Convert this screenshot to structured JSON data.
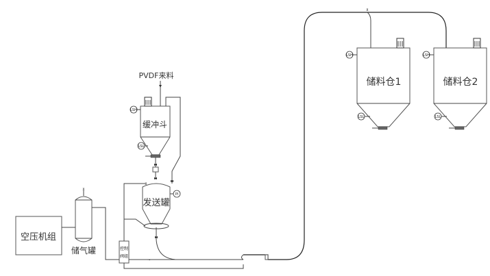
{
  "diagram": {
    "title": "PVDF pneumatic conveying system",
    "equipment": {
      "compressor": {
        "label": "空压机组"
      },
      "air_tank": {
        "label": "储气罐"
      },
      "buffer_hopper": {
        "label": "缓冲斗"
      },
      "feed_inlet": {
        "label": "PVDF来料"
      },
      "send_tank": {
        "label": "发送罐"
      },
      "control_valve_group": {
        "label_line1": "控制",
        "label_line2": "阀组"
      },
      "silo_1": {
        "label": "储料仓1"
      },
      "silo_2": {
        "label": "储料仓2"
      }
    },
    "instruments": {
      "level_high": "LSH",
      "level_low": "LSL",
      "pressure": "PI"
    }
  }
}
